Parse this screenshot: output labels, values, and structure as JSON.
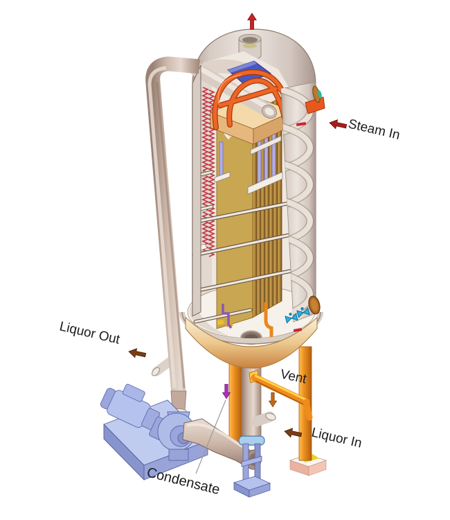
{
  "diagram": {
    "type": "cutaway-equipment-illustration",
    "subject": "vertical plate evaporator vessel with recirculation pump"
  },
  "labels": {
    "steam_in": "Steam In",
    "liquor_out": "Liquor Out",
    "vent": "Vent",
    "condensate": "Condensate",
    "liquor_in": "Liquor In"
  },
  "arrows": {
    "vapor_top": {
      "direction": "up",
      "color": "#c42424"
    },
    "steam_in": {
      "direction": "left",
      "color": "#aa1a1a"
    },
    "liquor_out": {
      "direction": "left",
      "color": "#7a3c14"
    },
    "vent": {
      "direction": "down",
      "color": "#c06818"
    },
    "condensate": {
      "direction": "down",
      "color": "#b02cc0"
    },
    "liquor_in": {
      "direction": "left",
      "color": "#7a3c14"
    }
  },
  "colors": {
    "vessel_shell": "#d8cec6",
    "plate_pack_front": "#c9a752",
    "plate_pack_side": "#b5893e",
    "lifting_frame": "#e8581e",
    "deflector": "#4a58c0",
    "wall_springs": "#c23848",
    "spiral_coils": "#e9e1d7",
    "skirt": "#ecc98e",
    "support_legs": "#ef8c1c",
    "pump": "#b0bce8",
    "pipe": "#cdb6a8",
    "clamp": "#a9cfec",
    "valves": "#28b4e4",
    "manway": "#b06a2a",
    "base_pad": "#f0b09c",
    "text": "#1b1b1b"
  }
}
